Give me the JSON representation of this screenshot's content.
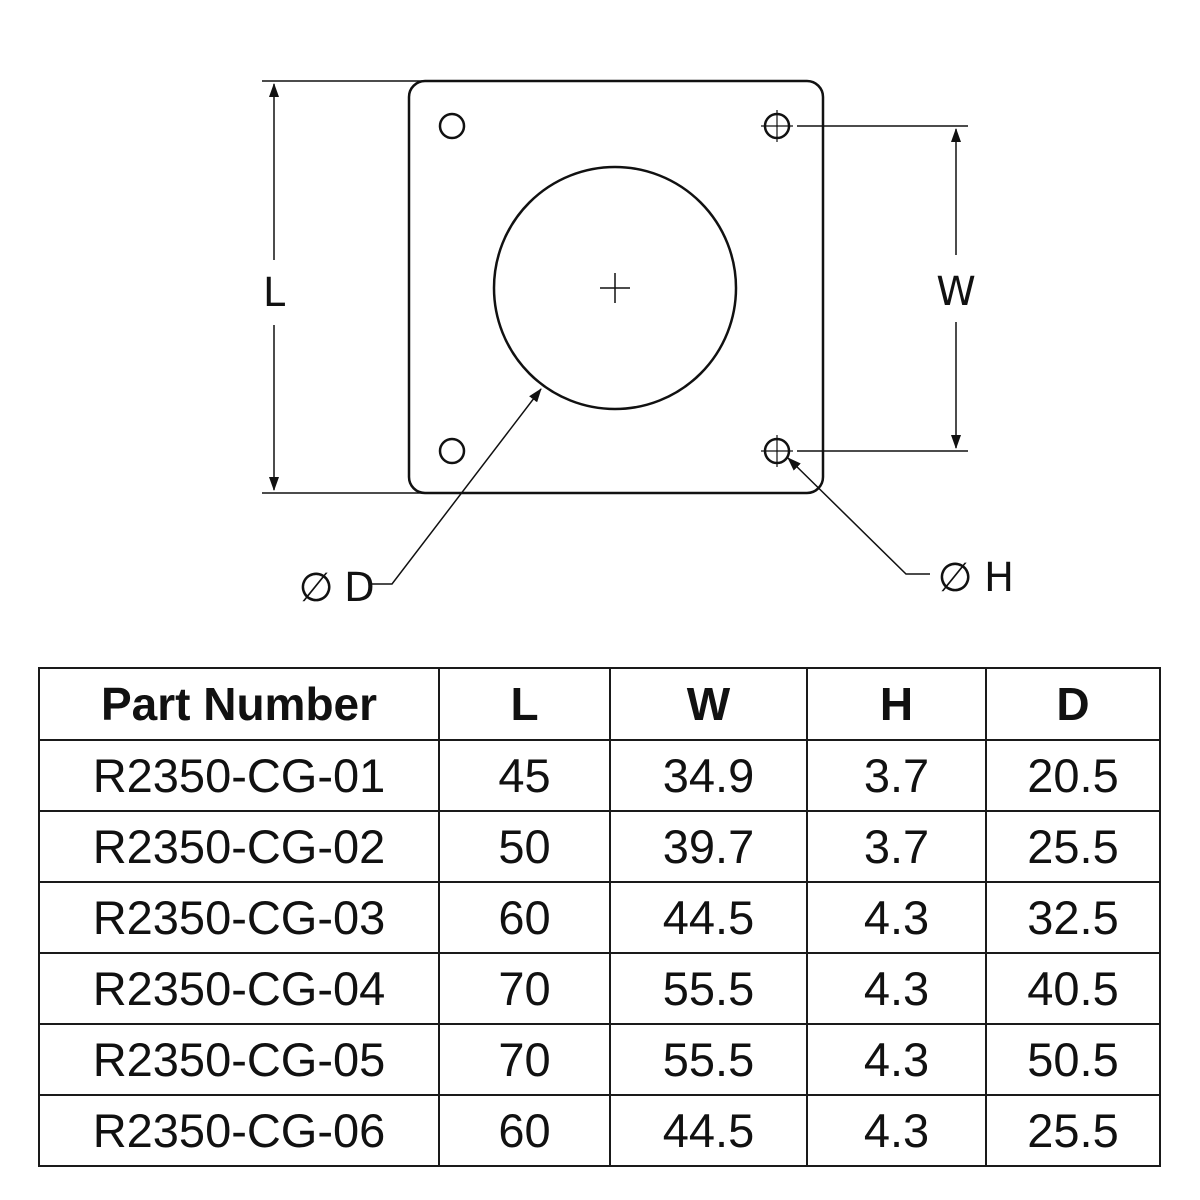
{
  "drawing": {
    "labels": {
      "length": "L",
      "width": "W",
      "bore_diameter": "D",
      "hole_diameter": "H",
      "diameter_symbol": "∅"
    }
  },
  "table": {
    "headers": [
      "Part Number",
      "L",
      "W",
      "H",
      "D"
    ],
    "rows": [
      [
        "R2350-CG-01",
        "45",
        "34.9",
        "3.7",
        "20.5"
      ],
      [
        "R2350-CG-02",
        "50",
        "39.7",
        "3.7",
        "25.5"
      ],
      [
        "R2350-CG-03",
        "60",
        "44.5",
        "4.3",
        "32.5"
      ],
      [
        "R2350-CG-04",
        "70",
        "55.5",
        "4.3",
        "40.5"
      ],
      [
        "R2350-CG-05",
        "70",
        "55.5",
        "4.3",
        "50.5"
      ],
      [
        "R2350-CG-06",
        "60",
        "44.5",
        "4.3",
        "25.5"
      ]
    ]
  }
}
